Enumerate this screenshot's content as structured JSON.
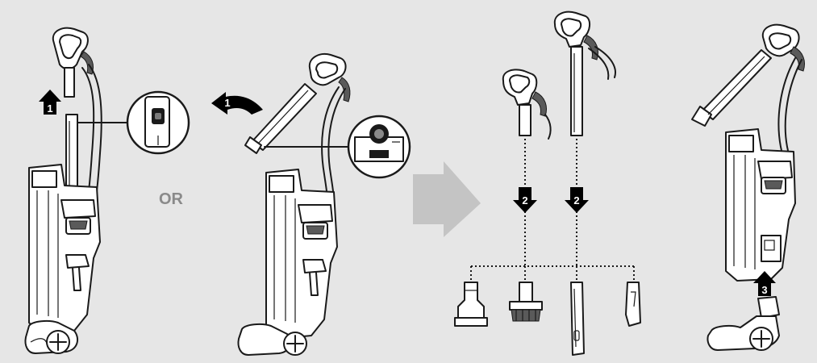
{
  "diagram": {
    "or_text": "OR",
    "steps": [
      {
        "id": "step-1a",
        "label": "1",
        "direction": "up"
      },
      {
        "id": "step-1b",
        "label": "1",
        "direction": "curved-left"
      },
      {
        "id": "step-2a",
        "label": "2",
        "direction": "down"
      },
      {
        "id": "step-2b",
        "label": "2",
        "direction": "down"
      },
      {
        "id": "step-3",
        "label": "3",
        "direction": "up"
      }
    ],
    "colors": {
      "background": "#e6e6e6",
      "line": "#1a1a1a",
      "arrow": "#000000",
      "big_arrow": "#c4c4c4",
      "or_text": "#8a8a8a"
    }
  }
}
